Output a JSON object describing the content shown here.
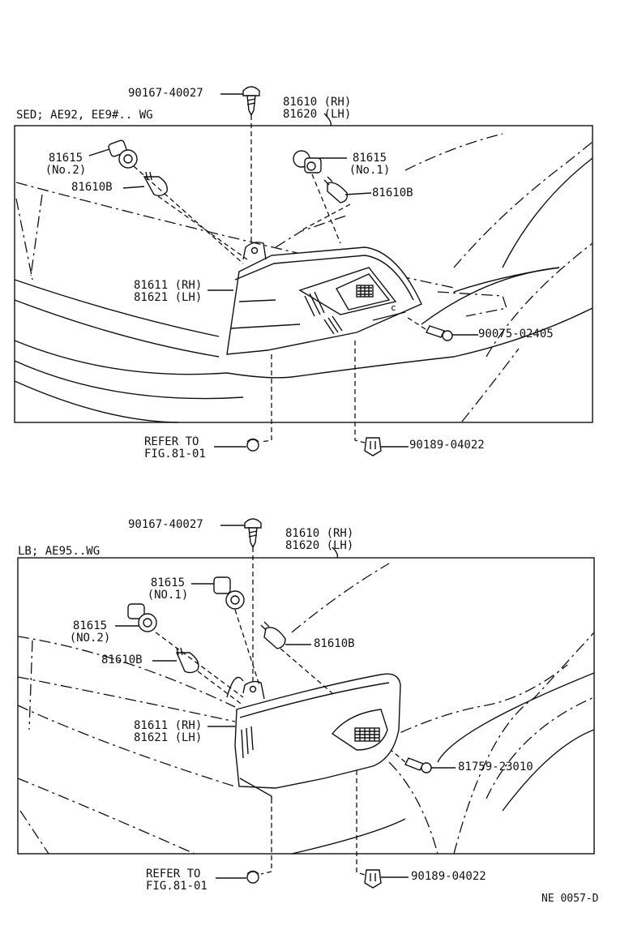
{
  "top": {
    "variant": "SED; AE92, EE9#.. WG",
    "screw_top": "90167-40027",
    "lamp_assy": [
      "81610 (RH)",
      "81620 (LH)"
    ],
    "socket_no2": [
      "81615",
      "(No.2)"
    ],
    "bulb_left": "81610B",
    "socket_no1": [
      "81615",
      "(No.1)"
    ],
    "bulb_right": "81610B",
    "lens": [
      "81611 (RH)",
      "81621 (LH)"
    ],
    "screw_side": "90075-02405",
    "refer": [
      "REFER TO",
      "FIG.81-01"
    ],
    "clip": "90189-04022"
  },
  "bottom": {
    "variant": "LB; AE95..WG",
    "screw_top": "90167-40027",
    "lamp_assy": [
      "81610 (RH)",
      "81620 (LH)"
    ],
    "socket_no1": [
      "81615",
      "(NO.1)"
    ],
    "socket_no2": [
      "81615",
      "(NO.2)"
    ],
    "bulb_left": "81610B",
    "bulb_right": "81610B",
    "lens": [
      "81611 (RH)",
      "81621 (LH)"
    ],
    "screw_side": "81759-23010",
    "refer": [
      "REFER TO",
      "FIG.81-01"
    ],
    "clip": "90189-04022"
  },
  "footer_code": "NE 0057-D"
}
